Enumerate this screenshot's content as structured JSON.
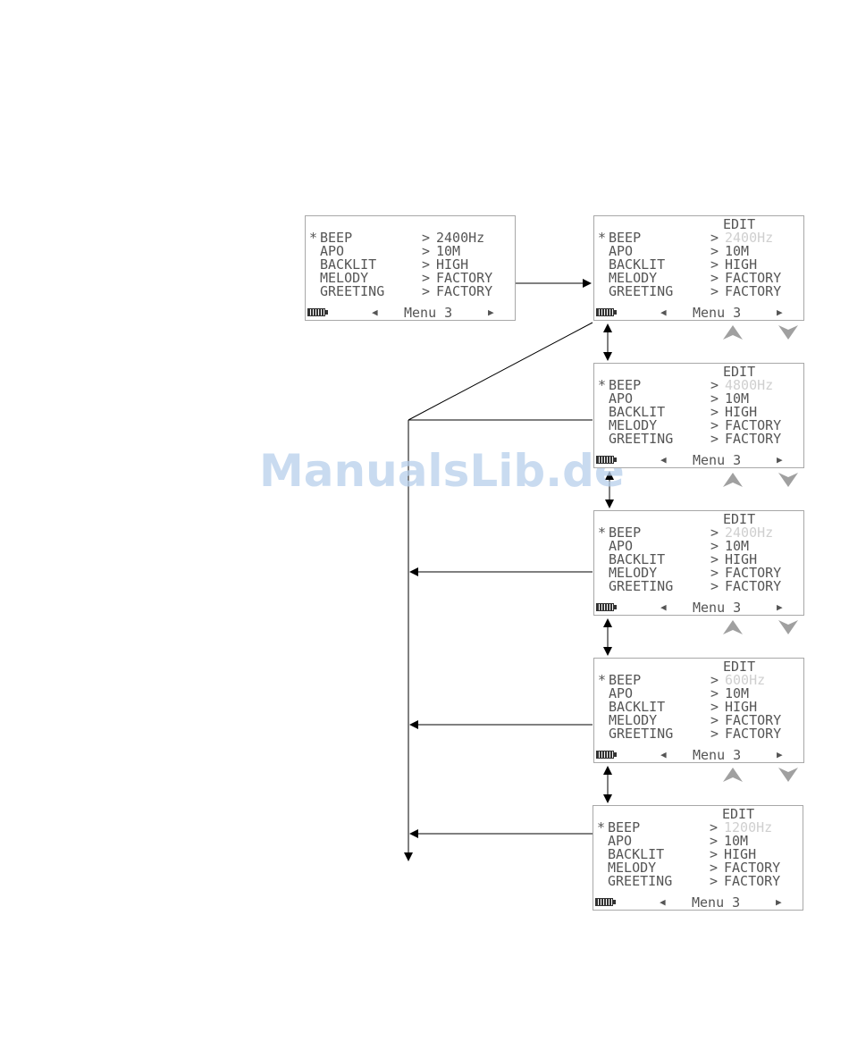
{
  "edit_label": "EDIT",
  "menu_label": "Menu 3",
  "items": {
    "beep": "BEEP",
    "apo": "APO",
    "backlit": "BACKLIT",
    "melody": "MELODY",
    "greeting": "GREETING"
  },
  "marker": "*",
  "separator": ">",
  "values": {
    "apo": "10M",
    "backlit": "HIGH",
    "melody": "FACTORY",
    "greeting": "FACTORY"
  },
  "screens": [
    {
      "beep": "2400Hz",
      "beep_dim": false,
      "edit": false
    },
    {
      "beep": "2400Hz",
      "beep_dim": true,
      "edit": true
    },
    {
      "beep": "4800Hz",
      "beep_dim": true,
      "edit": true
    },
    {
      "beep": "2400Hz",
      "beep_dim": true,
      "edit": true
    },
    {
      "beep": "600Hz",
      "beep_dim": true,
      "edit": true
    },
    {
      "beep": "1200Hz",
      "beep_dim": true,
      "edit": true
    }
  ],
  "watermark": "ManualsLib.de",
  "colors": {
    "lcd_text": "#555555",
    "dim_text": "#cfcfcf",
    "softkey": "#a0a0a0",
    "watermark": "#b8d0ec"
  }
}
